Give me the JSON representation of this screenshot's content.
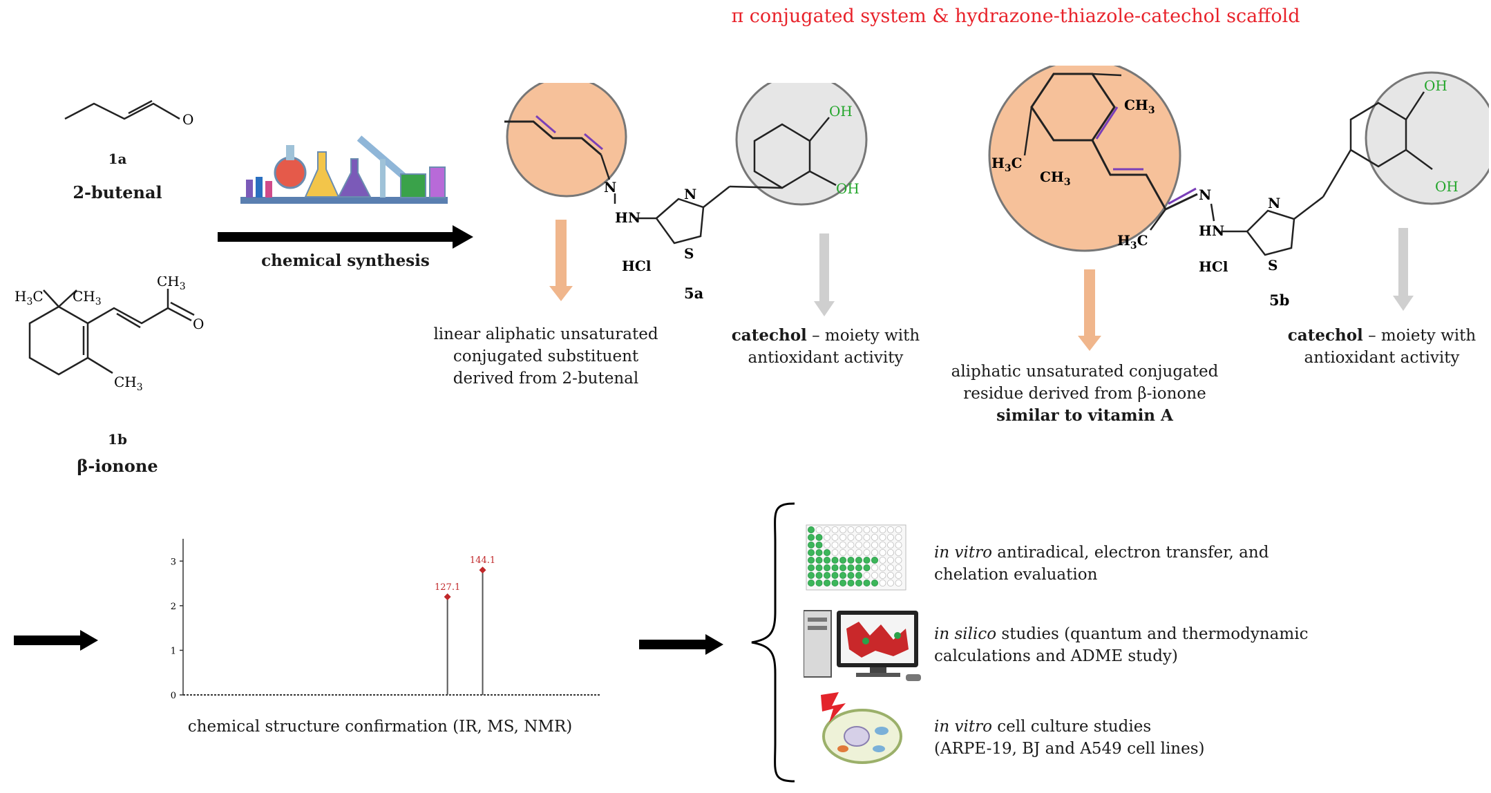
{
  "title": "π conjugated system & hydrazone-thiazole-catechol scaffold",
  "reactants": [
    {
      "id": "1a",
      "name": "2-butenal"
    },
    {
      "id": "1b",
      "name": "β-ionone"
    }
  ],
  "synthesis_label": "chemical synthesis",
  "products": [
    {
      "id": "5a",
      "salt": "HCl",
      "left_desc_lines": [
        "linear aliphatic unsaturated",
        "conjugated substituent",
        "derived from 2-butenal"
      ],
      "right_desc_bold": "catechol",
      "right_desc_rest": " – moiety with",
      "right_desc_line2": "antioxidant activity"
    },
    {
      "id": "5b",
      "salt": "HCl",
      "left_desc_lines": [
        "aliphatic unsaturated conjugated",
        "residue derived from β-ionone"
      ],
      "left_desc_bold_line": "similar to vitamin A",
      "right_desc_bold": "catechol",
      "right_desc_rest": " – moiety with",
      "right_desc_line2": "antioxidant activity"
    }
  ],
  "atoms": {
    "N": "N",
    "HN": "HN",
    "S": "S",
    "O": "O",
    "OH": "OH",
    "CH3": "CH",
    "sub3": "3",
    "H3C": "H",
    "C": "C"
  },
  "chart_data": {
    "type": "bar",
    "x": [
      127.1,
      144.1
    ],
    "values": [
      2.2,
      2.8
    ],
    "data_labels": [
      "127.1",
      "144.1"
    ],
    "ylim": [
      0,
      3.5
    ],
    "y_ticks": [
      "0",
      "1",
      "2",
      "3"
    ],
    "colors": {
      "stem": "#555555",
      "marker": "#c0282a",
      "label": "#c0282a"
    }
  },
  "ms_caption": "chemical structure confirmation (IR, MS, NMR)",
  "evaluations": [
    {
      "italic": "in vitro",
      "rest": " antiradical, electron transfer, and",
      "line2": "chelation evaluation"
    },
    {
      "italic": "in silico",
      "rest": " studies (quantum and thermodynamic",
      "line2": "calculations and ADME study)"
    },
    {
      "italic": "in vitro",
      "rest": " cell culture studies",
      "line2": "(ARPE-19, BJ and A549 cell lines)"
    }
  ],
  "colors": {
    "title": "#e8222a",
    "highlight_fill": "#f6c19a",
    "catechol_fill": "#e6e6e6",
    "double_bond": "#7a3fb8",
    "oh": "#22a52a",
    "arrow_orange": "#f0b68c",
    "arrow_gray": "#cfcfcf"
  }
}
